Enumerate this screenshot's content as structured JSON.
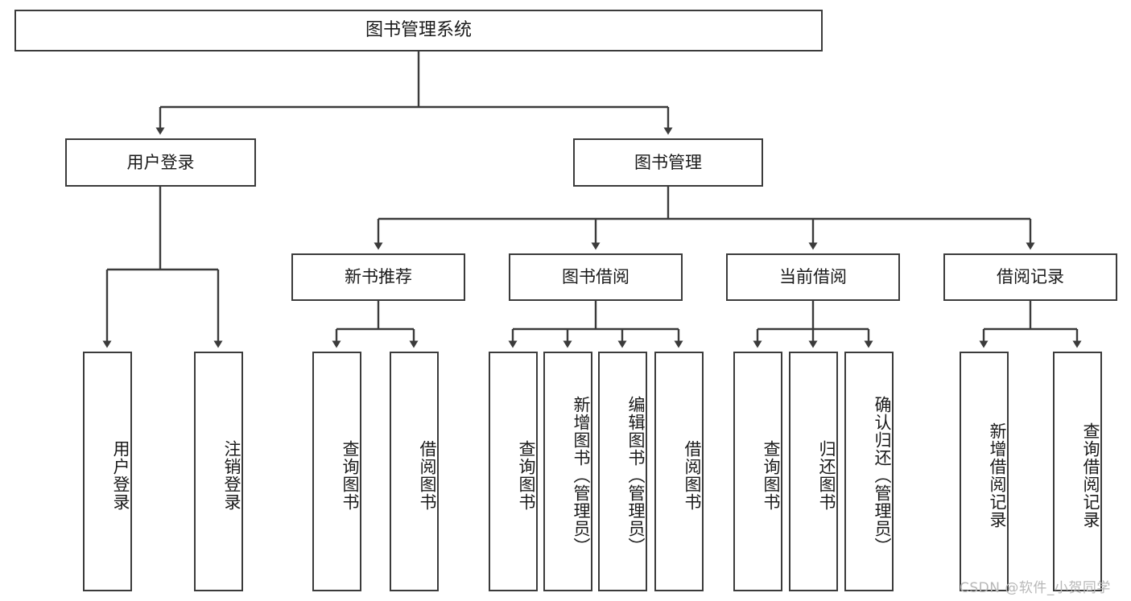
{
  "diagram": {
    "title": "图书管理系统",
    "type": "tree-hierarchy-chart",
    "stroke_color": "#3b3b3b",
    "background_color": "#ffffff",
    "text_color": "#1a1a1a"
  },
  "root": {
    "label": "图书管理系统"
  },
  "level2": [
    {
      "label": "用户登录"
    },
    {
      "label": "图书管理"
    }
  ],
  "level3": [
    {
      "label": "新书推荐"
    },
    {
      "label": "图书借阅"
    },
    {
      "label": "当前借阅"
    },
    {
      "label": "借阅记录"
    }
  ],
  "leaves": {
    "user_login": [
      {
        "label": "用户登录"
      },
      {
        "label": "注销登录"
      }
    ],
    "new_book_recommend": [
      {
        "label": "查询图书"
      },
      {
        "label": "借阅图书"
      }
    ],
    "book_borrow": [
      {
        "label": "查询图书"
      },
      {
        "label": "新增图书（管理员）"
      },
      {
        "label": "编辑图书（管理员）"
      },
      {
        "label": "借阅图书"
      }
    ],
    "current_borrow": [
      {
        "label": "查询图书"
      },
      {
        "label": "归还图书"
      },
      {
        "label": "确认归还（管理员）"
      }
    ],
    "borrow_record": [
      {
        "label": "新增借阅记录"
      },
      {
        "label": "查询借阅记录"
      }
    ]
  },
  "watermark": {
    "text": "CSDN @软件_小贺同学"
  }
}
